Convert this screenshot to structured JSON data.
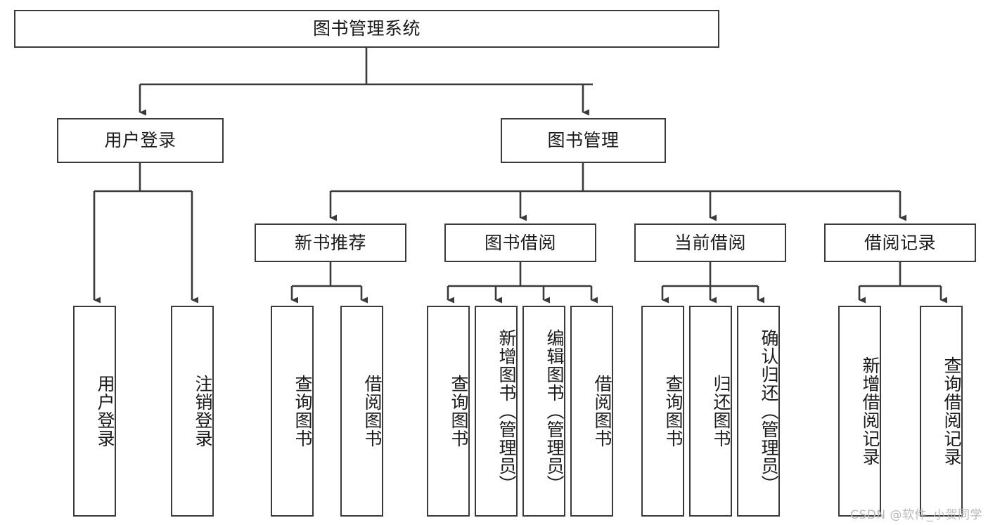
{
  "diagram": {
    "title": "图书管理系统",
    "type": "tree-hierarchy-chart",
    "watermark": "CSDN @软件_小贺同学",
    "stroke_color": "#3a3a3a",
    "fill_color": "#ffffff",
    "text_color": "#1b1b1b",
    "levels": {
      "root": {
        "label": "图书管理系统"
      },
      "level2": [
        {
          "label": "用户登录"
        },
        {
          "label": "图书管理"
        }
      ],
      "level3": [
        {
          "label": "新书推荐"
        },
        {
          "label": "图书借阅"
        },
        {
          "label": "当前借阅"
        },
        {
          "label": "借阅记录"
        }
      ],
      "leaves": {
        "user_login": [
          {
            "label": "用户登录"
          },
          {
            "label": "注销登录"
          }
        ],
        "new_book_recommend": [
          {
            "label": "查询图书"
          },
          {
            "label": "借阅图书"
          }
        ],
        "book_borrow": [
          {
            "label": "查询图书"
          },
          {
            "label": "新增图书（管理员）"
          },
          {
            "label": "编辑图书（管理员）"
          },
          {
            "label": "借阅图书"
          }
        ],
        "current_borrow": [
          {
            "label": "查询图书"
          },
          {
            "label": "归还图书"
          },
          {
            "label": "确认归还（管理员）"
          }
        ],
        "borrow_record": [
          {
            "label": "新增借阅记录"
          },
          {
            "label": "查询借阅记录"
          }
        ]
      }
    }
  }
}
